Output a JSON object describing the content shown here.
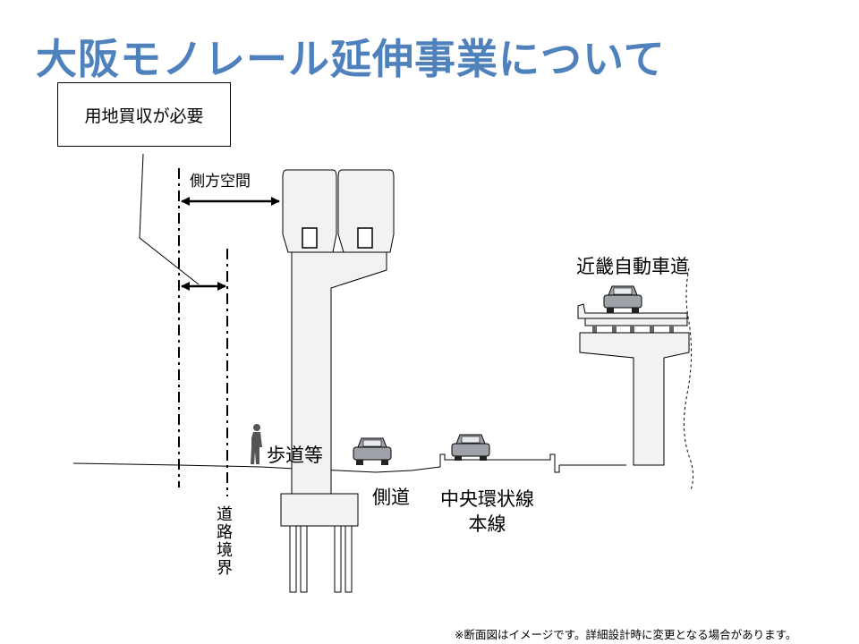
{
  "slide": {
    "title": "大阪モノレール延伸事業について",
    "callout": "用地買収が必要",
    "labels": {
      "side_space": "側方空間",
      "kinki_expressway": "近畿自動車道",
      "sidewalk": "歩道等",
      "side_road": "側道",
      "chuo_kanjo_line": "中央環状線",
      "main_line": "本線",
      "road_boundary": "道路境界"
    },
    "footnote": "※断面図はイメージです。詳細設計時に変更となる場合があります。"
  },
  "colors": {
    "title": "#4f81bd",
    "structure_fill": "#f2f2f2",
    "car_fill": "#9ea3aa"
  }
}
